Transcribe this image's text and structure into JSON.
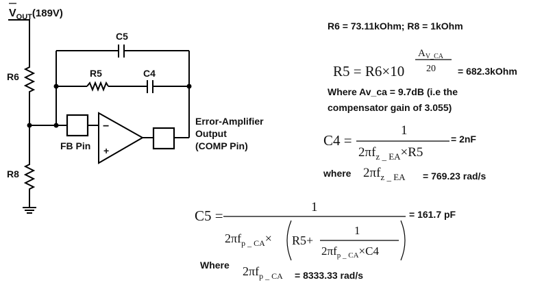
{
  "circuit": {
    "vout_base": "V",
    "vout_sub": "OUT",
    "vout_value": "(189V)",
    "r6": "R6",
    "r8": "R8",
    "r5": "R5",
    "c4": "C4",
    "c5": "C5",
    "fb_pin": "FB Pin",
    "opamp_minus": "−",
    "opamp_plus": "+",
    "output_line1": "Error-Amplifier",
    "output_line2": "Output",
    "output_line3": "(COMP Pin)"
  },
  "equations": {
    "r6_r8": "R6 = 73.11kOhm; R8 = 1kOhm",
    "r5": {
      "lhs": "R5 = R6×10",
      "exp_num": "A",
      "exp_num_sub": "V_CA",
      "exp_den": "20",
      "result": "=   682.3kOhm",
      "note_line1": "Where Av_ca = 9.7dB (i.e the",
      "note_line2": "compensator gain of 3.055)"
    },
    "c4": {
      "lhs": "C4 =",
      "num": "1",
      "den": "2πf",
      "den_sub": "z _ EA",
      "den_tail": "×R5",
      "result": "= 2nF",
      "where": "where",
      "where_expr": "2πf",
      "where_sub": "z _ EA",
      "where_value": "= 769.23 rad/s"
    },
    "c5": {
      "lhs": "C5 =",
      "num": "1",
      "den_a": "2πf",
      "den_a_sub": "p _ CA",
      "den_times": "×",
      "den_r5": "R5+",
      "inner_num": "1",
      "inner_den": "2πf",
      "inner_den_sub": "p _ CA",
      "inner_den_tail": "×C4",
      "result": "= 161.7 pF",
      "where": "Where",
      "where_expr": "2πf",
      "where_sub": "p _ CA",
      "where_value": "= 8333.33 rad/s"
    }
  }
}
